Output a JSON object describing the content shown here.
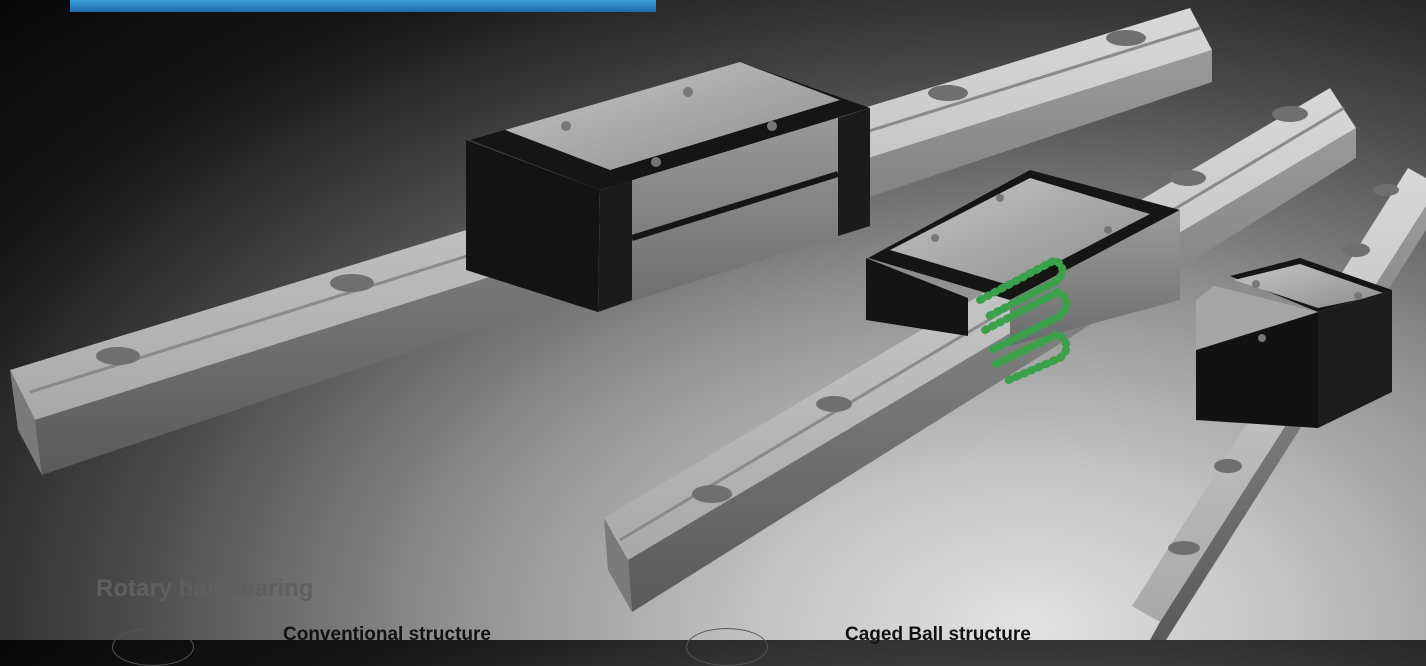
{
  "banner": {
    "color": "#2a7dc0"
  },
  "product_photo": {
    "subject": "linear-guide-rails-with-blocks",
    "rail_color": "#b9b9b9",
    "block_color": "#8e8e8e",
    "end_cap_color": "#1a1a1a",
    "retainer_color": "#3aa14a"
  },
  "section": {
    "heading": "Rotary ball bearing",
    "items": [
      {
        "icon": "rotary-ball-bearing-diagram-icon",
        "label": "Conventional structure"
      },
      {
        "icon": "rotary-ball-bearing-diagram-icon",
        "label": "Caged Ball structure"
      }
    ]
  }
}
